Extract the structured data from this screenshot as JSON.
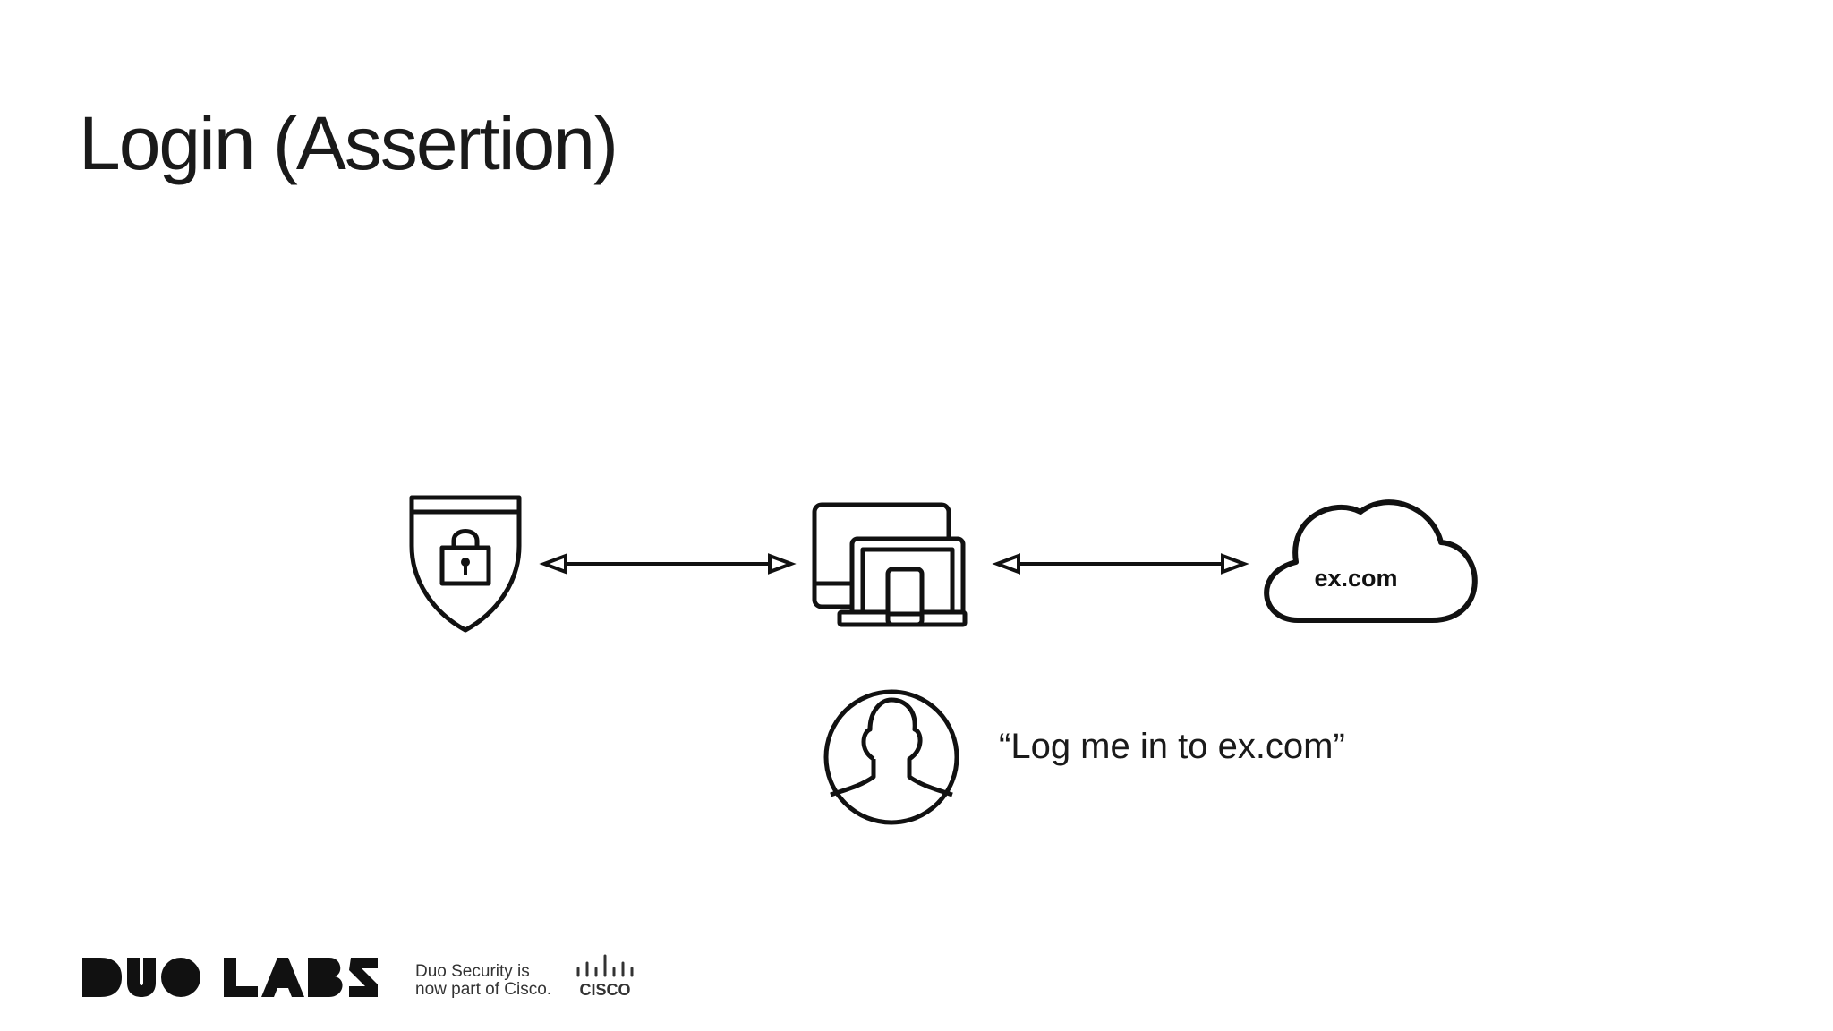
{
  "slide": {
    "title": "Login (Assertion)"
  },
  "diagram": {
    "nodes": [
      {
        "id": "authenticator",
        "icon": "shield-lock-icon"
      },
      {
        "id": "client",
        "icon": "devices-icon"
      },
      {
        "id": "relying-party",
        "icon": "cloud-icon",
        "label": "ex.com"
      },
      {
        "id": "user",
        "icon": "user-icon"
      }
    ],
    "edges": [
      {
        "from": "authenticator",
        "to": "client",
        "direction": "both"
      },
      {
        "from": "client",
        "to": "relying-party",
        "direction": "both"
      }
    ],
    "user_quote": "“Log me in to ex.com”"
  },
  "footer": {
    "logo_text": "DUO LABS",
    "note_line1": "Duo Security is",
    "note_line2": "now part of Cisco.",
    "partner_logo_text": "CISCO"
  },
  "colors": {
    "background": "#ffffff",
    "ink": "#1a1a1a"
  }
}
